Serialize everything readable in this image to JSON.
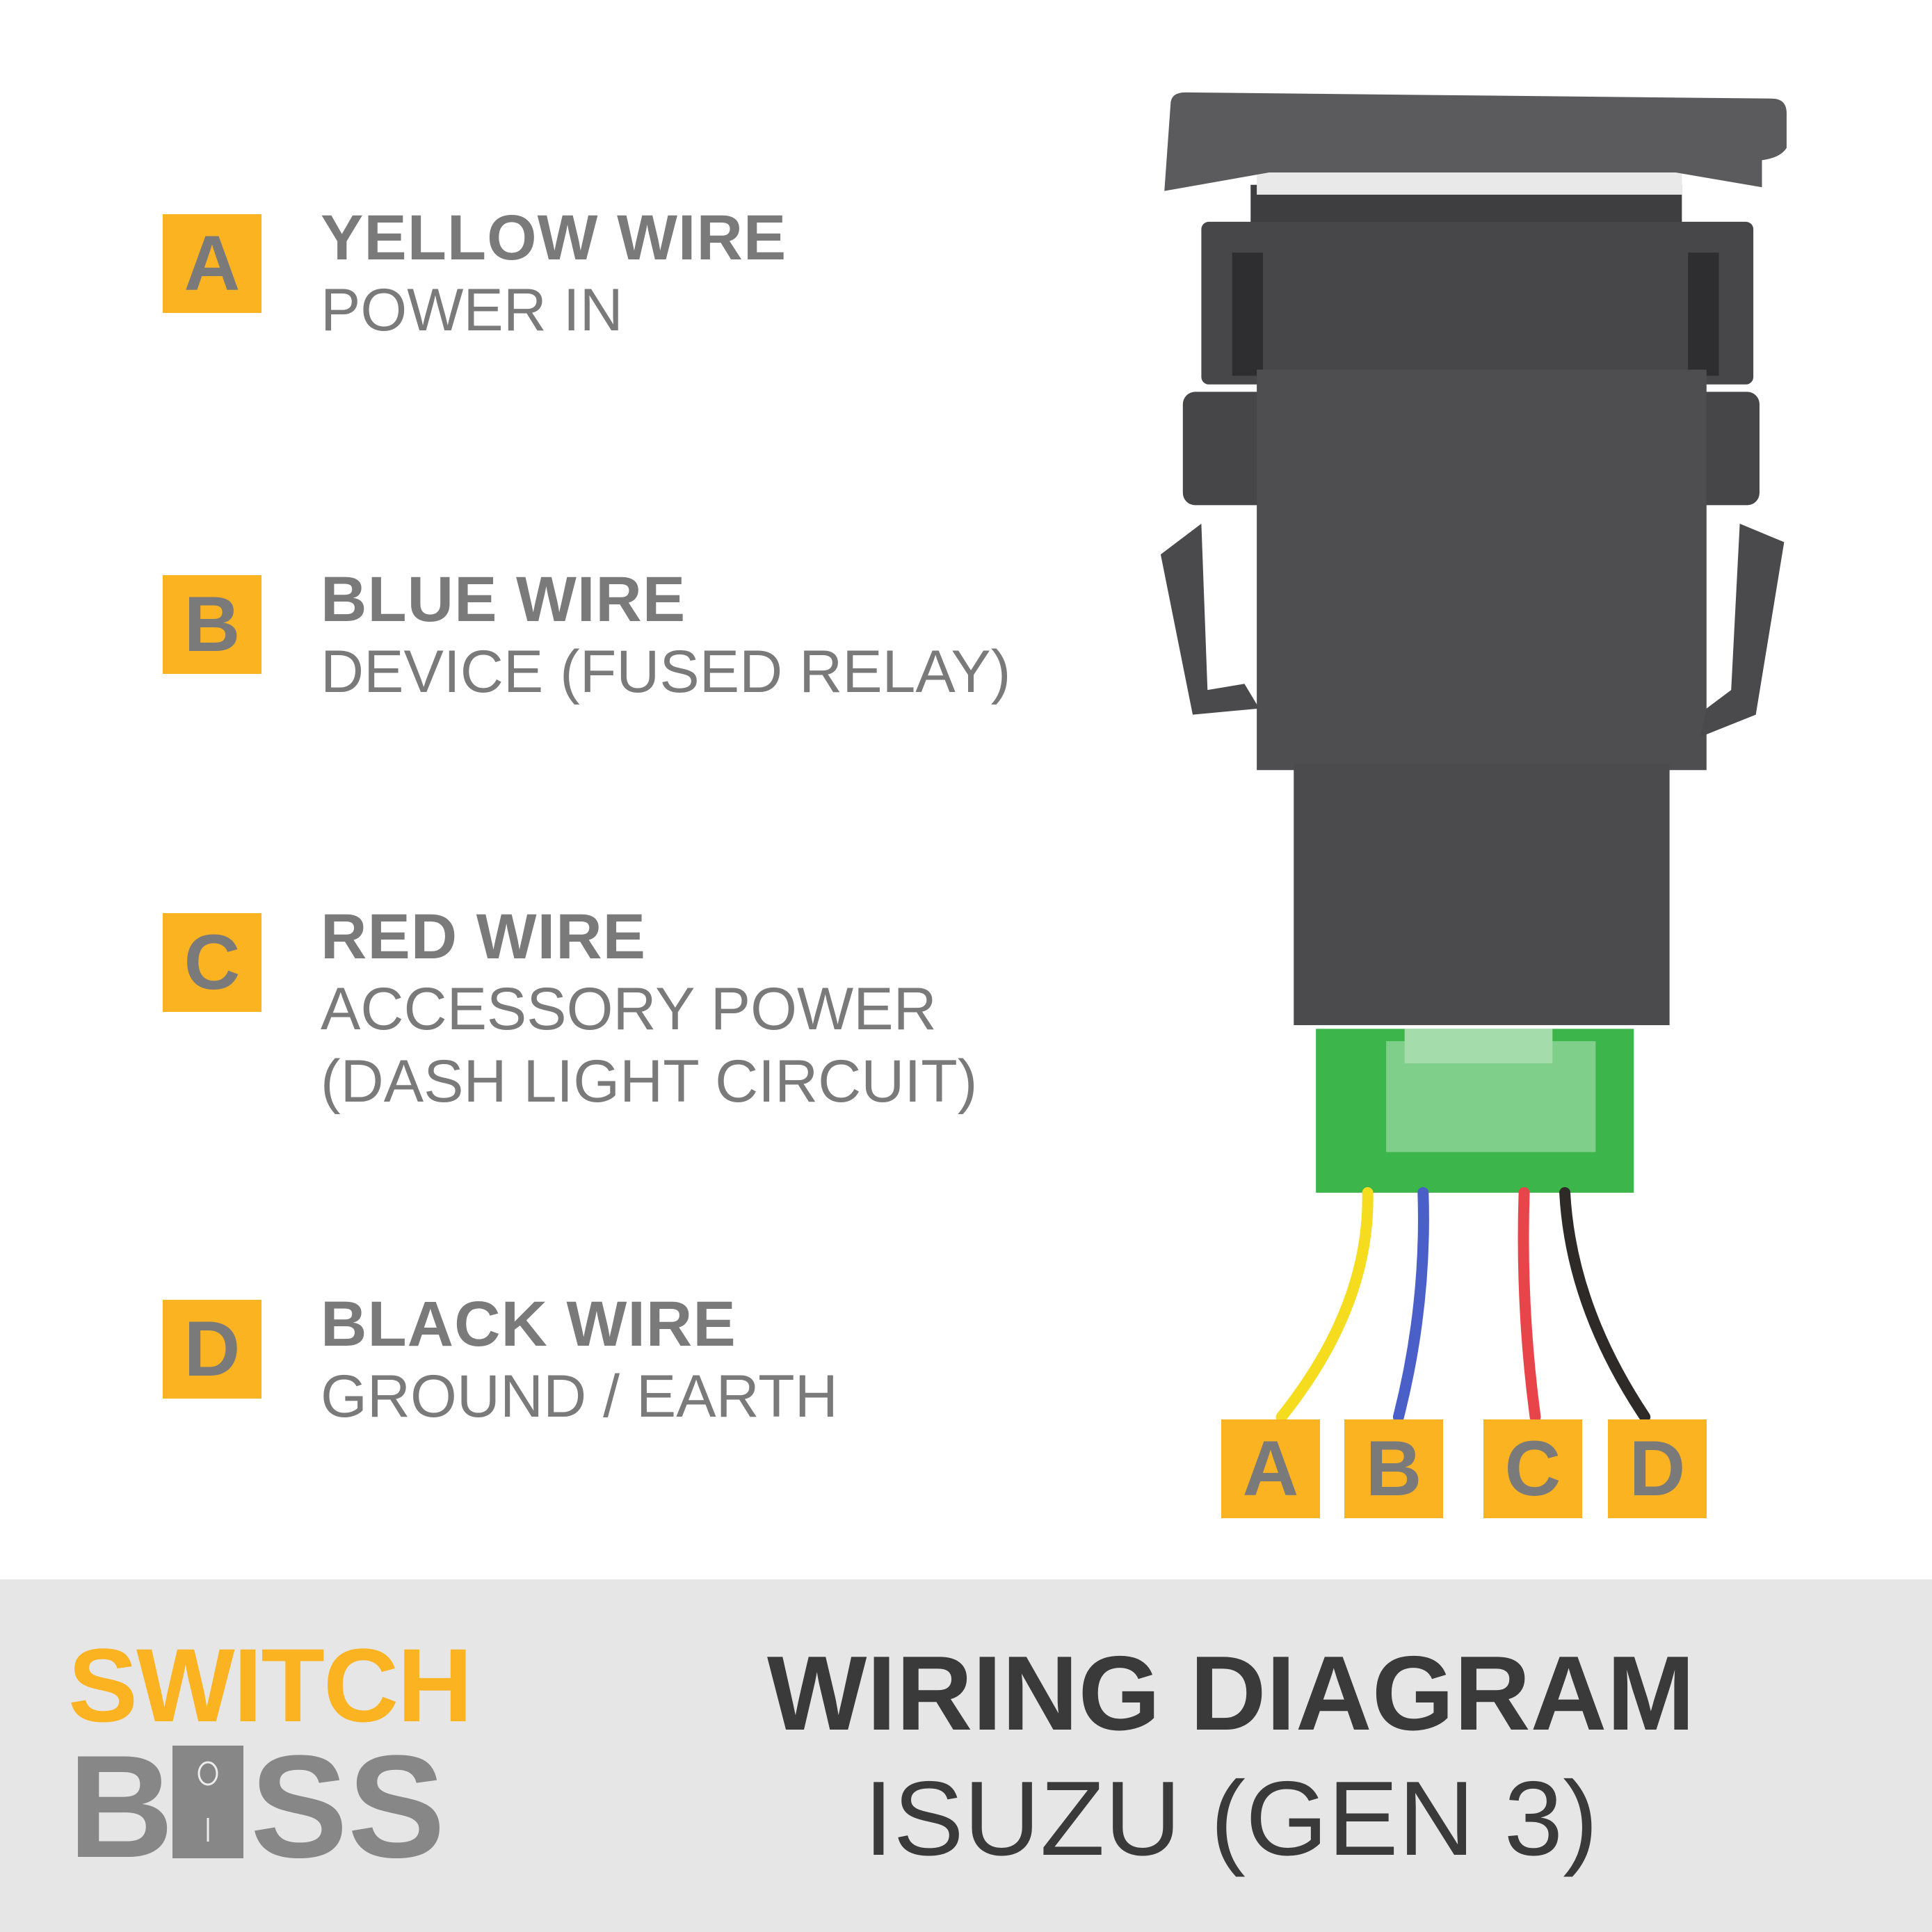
{
  "legend": [
    {
      "letter": "A",
      "title": "YELLOW WIRE",
      "lines": [
        "POWER IN"
      ]
    },
    {
      "letter": "B",
      "title": "BLUE WIRE",
      "lines": [
        "DEVICE (FUSED RELAY)"
      ]
    },
    {
      "letter": "C",
      "title": "RED WIRE",
      "lines": [
        "ACCESSORY POWER",
        "(DASH LIGHT CIRCUIT)"
      ]
    },
    {
      "letter": "D",
      "title": "BLACK WIRE",
      "lines": [
        "GROUND / EARTH"
      ]
    }
  ],
  "wire_labels": [
    "A",
    "B",
    "C",
    "D"
  ],
  "footer": {
    "logo_top": "SWITCH",
    "logo_bottom": "BOSS",
    "title": "WIRING DIAGRAM",
    "subtitle": "ISUZU (GEN 3)"
  },
  "colors": {
    "accent": "#fbb321",
    "text_gray": "#7a7a7a",
    "footer_bg": "#e6e6e6",
    "wire_yellow": "#f5dc1e",
    "wire_blue": "#4a5fc8",
    "wire_red": "#e8454a",
    "wire_black": "#2e2a28",
    "connector_green": "#3cb54a"
  }
}
